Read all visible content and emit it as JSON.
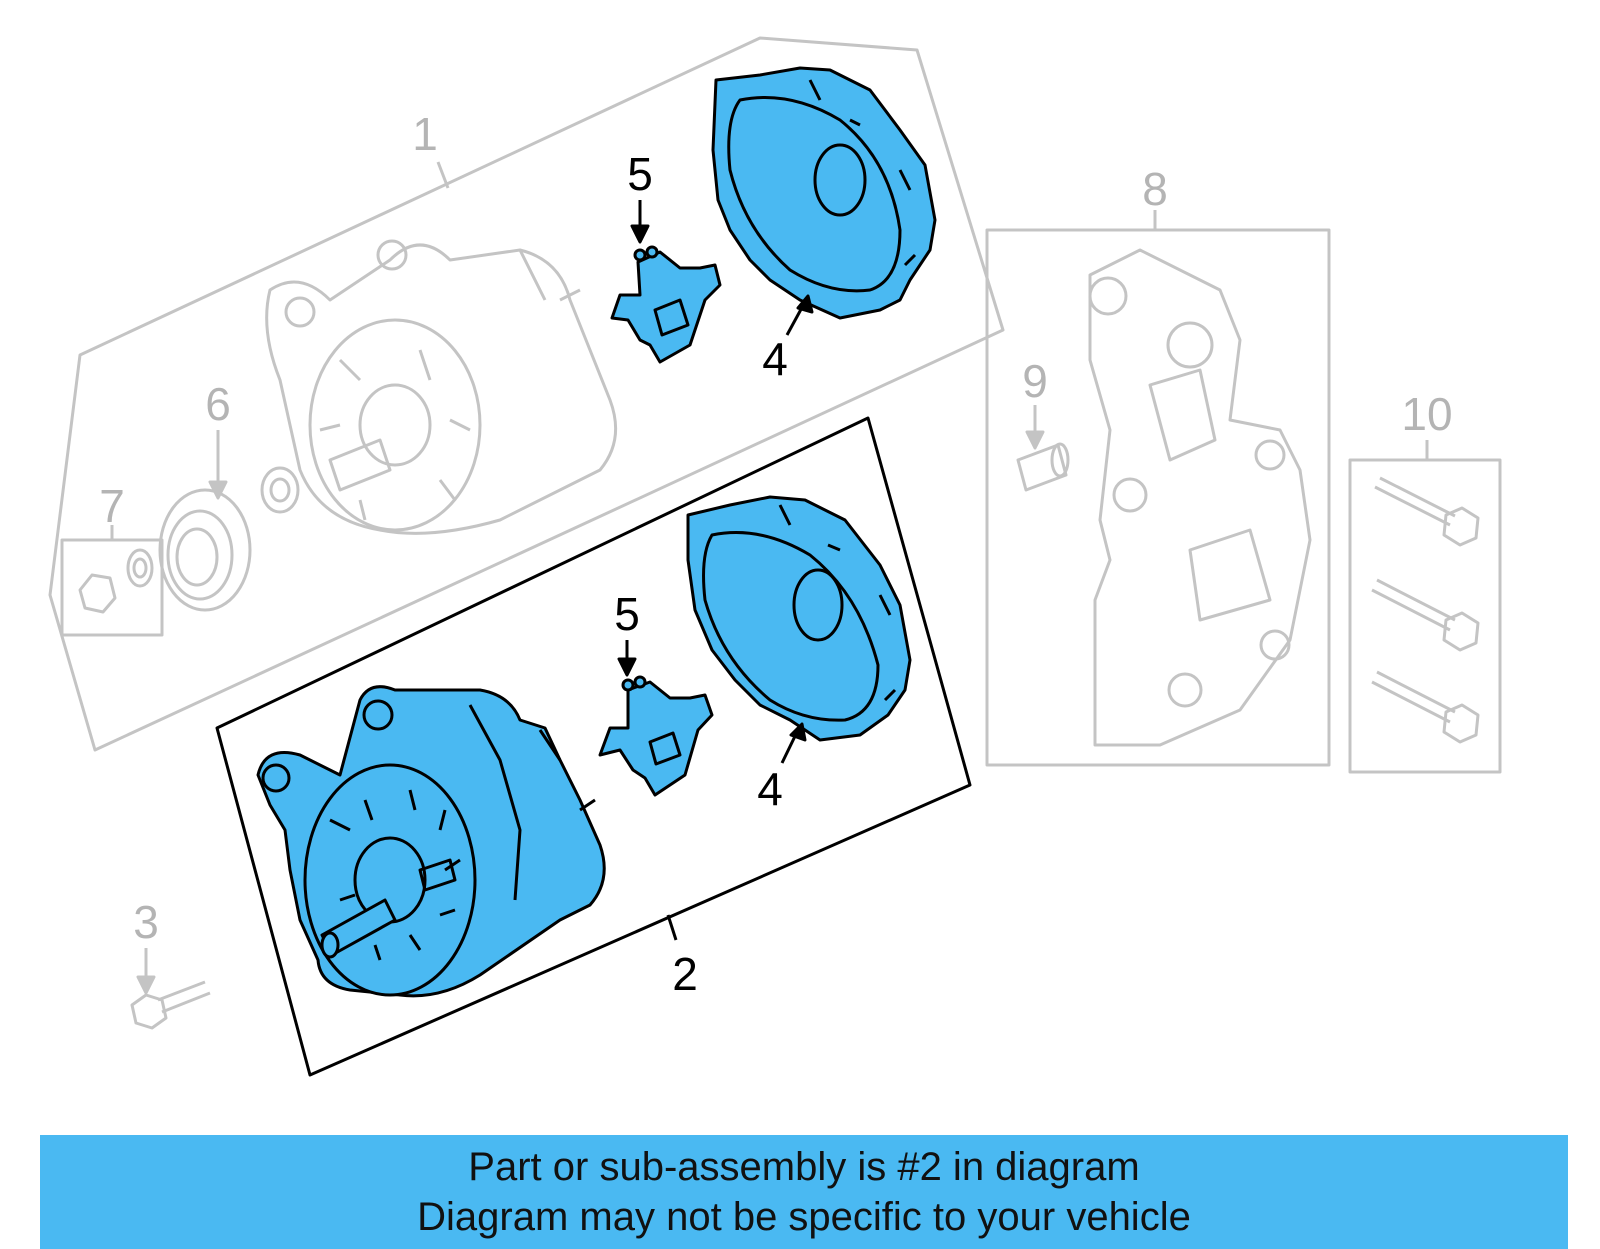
{
  "colors": {
    "highlight": "#4ab9f2",
    "ghost_line": "#c4c4c4",
    "ink": "#000000",
    "banner": "#4ab9f2"
  },
  "callouts": {
    "c1": "1",
    "c2": "2",
    "c3": "3",
    "c4_top": "4",
    "c4_bottom": "4",
    "c5_top": "5",
    "c5_bottom": "5",
    "c6": "6",
    "c7": "7",
    "c8": "8",
    "c9": "9",
    "c10": "10"
  },
  "banner": {
    "line1": "Part or sub-assembly is #2 in diagram",
    "line2": "Diagram may not be specific to your vehicle"
  }
}
